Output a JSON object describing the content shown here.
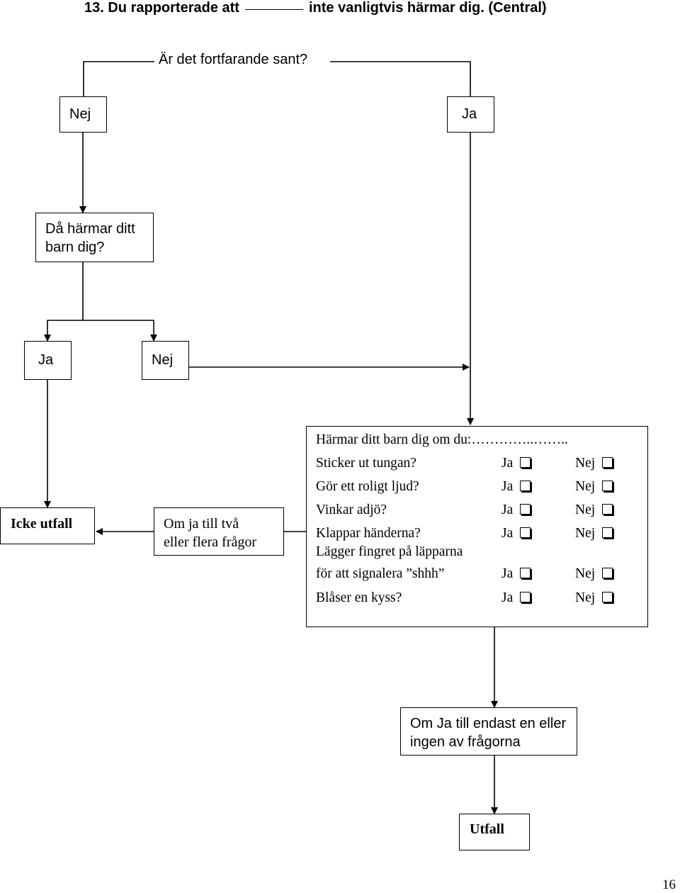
{
  "title": {
    "prefix": "13. Du rapporterade att",
    "suffix": "inte vanligtvis härmar dig. (Central)"
  },
  "question_top": "Är det fortfarande sant?",
  "top_no": "Nej",
  "top_yes": "Ja",
  "imitate_box": [
    "Då härmar ditt",
    "barn dig?"
  ],
  "mid_yes": "Ja",
  "mid_no": "Nej",
  "no_outcome": "Icke utfall",
  "two_or_more": [
    "Om ja till två",
    "eller flera frågor"
  ],
  "checklist": {
    "header": "Härmar ditt barn dig om du:…………..……..",
    "yes_label": "Ja",
    "no_label": "Nej",
    "items": [
      {
        "lines": [
          "Sticker ut tungan?"
        ]
      },
      {
        "lines": [
          "Gör ett roligt ljud?"
        ]
      },
      {
        "lines": [
          "Vinkar adjö?"
        ]
      },
      {
        "lines": [
          "Klappar händerna?"
        ]
      },
      {
        "lines": [
          "Lägger fingret på läpparna",
          "för att signalera ”shhh”"
        ]
      },
      {
        "lines": [
          "Blåser en kyss?"
        ]
      }
    ]
  },
  "one_or_none": [
    "Om Ja till endast en eller",
    "ingen av frågorna"
  ],
  "outcome": "Utfall",
  "page_number": "16"
}
